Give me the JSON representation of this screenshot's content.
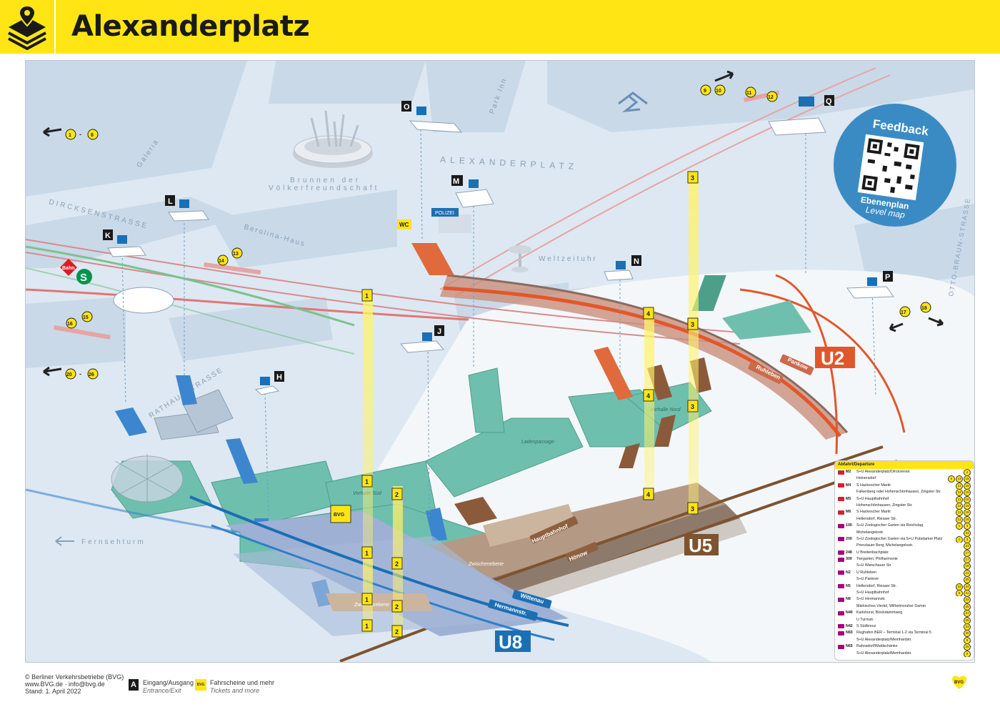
{
  "header": {
    "title": "Alexanderplatz"
  },
  "map": {
    "street_labels": [
      "ALEXANDERPLATZ",
      "DIRCKSENSTRASSE",
      "RATHAUSSTRASSE",
      "OTTO-BRAUN-STRASSE",
      "Galeria",
      "Park Inn",
      "Berolina-Haus",
      "Weltzeituhr",
      "Fernsehturm"
    ],
    "fountain_label": [
      "Brunnen der",
      "Völkerfreundschaft"
    ],
    "police_label": "POLIZEI",
    "wc_label": "WC",
    "bvg_label": "BVG",
    "feedback": {
      "title": "Feedback",
      "subtitle": "Ebenenplan",
      "subtitle_en": "Level map"
    },
    "lines": [
      {
        "name": "U2",
        "color": "#e2572a"
      },
      {
        "name": "U5",
        "color": "#7e5330"
      },
      {
        "name": "U8",
        "color": "#1b6fb5"
      }
    ],
    "direction_labels": {
      "u2_a": "Pankow",
      "u2_b": "Ruhleben",
      "u5_a": "Hauptbahnhof",
      "u5_b": "Hönow",
      "u8_a": "Wittenau",
      "u8_b": "Hermannstr."
    },
    "hall_labels": [
      "Vorhalle Nord",
      "Vorhalle Süd",
      "Ladenpassage",
      "Zwischenebene",
      "Zwischenebene"
    ],
    "entrances": [
      "H",
      "J",
      "K",
      "L",
      "M",
      "N",
      "O",
      "P",
      "Q"
    ],
    "exit_groups": {
      "left_top": [
        "1",
        "8"
      ],
      "left_bottom": [
        "20",
        "26"
      ],
      "pair_a": [
        "16",
        "15"
      ],
      "pair_b": [
        "14",
        "13"
      ],
      "pair_c": [
        "9",
        "10"
      ],
      "pair_d": [
        "11",
        "12"
      ],
      "pair_e": [
        "17",
        "18"
      ]
    },
    "elevator_marks": [
      "1",
      "2",
      "3",
      "4"
    ]
  },
  "departures": {
    "title": "Abfahrt/Departure",
    "rows": [
      {
        "line": "M2",
        "text": "S+U Alexanderplatz/Dircksenstr.",
        "exits": [
          "4"
        ],
        "color": "#d2222f"
      },
      {
        "line": "",
        "text": "Heinersdorf",
        "exits": [
          "5",
          "13",
          "16"
        ],
        "color": ""
      },
      {
        "line": "M4",
        "text": "S Hackescher Markt",
        "exits": [
          "11",
          "15"
        ],
        "color": "#d2222f"
      },
      {
        "line": "",
        "text": "Falkenberg oder Hohenschönhausen, Zingster Str.",
        "exits": [
          "12",
          "16"
        ],
        "color": ""
      },
      {
        "line": "M5",
        "text": "S+U Hauptbahnhof",
        "exits": [
          "11",
          "15"
        ],
        "color": "#d2222f"
      },
      {
        "line": "",
        "text": "Hohenschönhausen, Zingster Str.",
        "exits": [
          "12",
          "16"
        ],
        "color": ""
      },
      {
        "line": "M6",
        "text": "S Hackescher Markt",
        "exits": [
          "11",
          "15"
        ],
        "color": "#d2222f"
      },
      {
        "line": "",
        "text": "Hellersdorf, Riesaer Str.",
        "exits": [
          "12",
          "16"
        ],
        "color": ""
      },
      {
        "line": "100",
        "text": "S+U Zoologischer Garten via Reichstag",
        "exits": [
          "1",
          "3"
        ],
        "color": "#a5027d"
      },
      {
        "line": "",
        "text": "Michelangelostr.",
        "exits": [
          "24"
        ],
        "color": ""
      },
      {
        "line": "200",
        "text": "S+U Zoologischer Garten via S+U Potsdamer Platz",
        "exits": [
          "1",
          "3"
        ],
        "color": "#a5027d"
      },
      {
        "line": "",
        "text": "Prenzlauer Berg, Michelangelostr.",
        "exits": [
          "24"
        ],
        "color": ""
      },
      {
        "line": "248",
        "text": "U Breitenbachplatz",
        "exits": [
          "17"
        ],
        "color": "#a5027d"
      },
      {
        "line": "300",
        "text": "Tiergarten, Philharmonie",
        "exits": [
          "17"
        ],
        "color": "#a5027d"
      },
      {
        "line": "",
        "text": "S+U Warschauer Str.",
        "exits": [
          "18"
        ],
        "color": ""
      },
      {
        "line": "N2",
        "text": "U Ruhleben",
        "exits": [
          "21"
        ],
        "color": "#a5027d"
      },
      {
        "line": "",
        "text": "S+U Pankow",
        "exits": [
          "25"
        ],
        "color": ""
      },
      {
        "line": "N5",
        "text": "Hellersdorf, Riesaer Str.",
        "exits": [
          "10",
          "24"
        ],
        "color": "#a5027d"
      },
      {
        "line": "",
        "text": "S+U Hauptbahnhof",
        "exits": [
          "9",
          "21"
        ],
        "color": ""
      },
      {
        "line": "N8",
        "text": "S+U Hermannstr.",
        "exits": [
          "22"
        ],
        "color": "#a5027d"
      },
      {
        "line": "",
        "text": "Märkisches Viertel, Wilhelmsruher Damm",
        "exits": [
          "26"
        ],
        "color": ""
      },
      {
        "line": "N40",
        "text": "Karlshorst, Blockdammweg",
        "exits": [
          "21"
        ],
        "color": "#a5027d"
      },
      {
        "line": "",
        "text": "U Turmstr.",
        "exits": [
          "25"
        ],
        "color": ""
      },
      {
        "line": "N42",
        "text": "S Südkreuz",
        "exits": [
          "23"
        ],
        "color": "#a5027d"
      },
      {
        "line": "N60",
        "text": "Flughafen BER – Terminal 1-2 via Terminal 5",
        "exits": [
          "20"
        ],
        "color": "#a5027d"
      },
      {
        "line": "",
        "text": "S+U Alexanderplatz/Memhardstr.",
        "exits": [
          "9"
        ],
        "color": ""
      },
      {
        "line": "N65",
        "text": "Rahnsdorf/Waldschänke",
        "exits": [
          "20"
        ],
        "color": "#a5027d"
      },
      {
        "line": "",
        "text": "S+U Alexanderplatz/Memhardstr.",
        "exits": [
          "9"
        ],
        "color": ""
      }
    ]
  },
  "footer": {
    "copyright": "© Berliner Verkehrsbetriebe (BVG)",
    "web": "www.BVG.de · info@bvg.de",
    "date": "Stand: 1. April 2022",
    "legend_a_letter": "A",
    "legend_a_de": "Eingang/Ausgang",
    "legend_a_en": "Entrance/Exit",
    "legend_bvg_de": "Fahrscheine und mehr",
    "legend_bvg_en": "Tickets and more",
    "legend_bvg_icon": "BVG",
    "brand": "BVG"
  },
  "colors": {
    "yellow": "#ffe514",
    "map_bg": "#dde8f2",
    "hall": "#6fbfae",
    "u2": "#e2572a",
    "u5": "#7e5330",
    "u8": "#1b6fb5"
  }
}
